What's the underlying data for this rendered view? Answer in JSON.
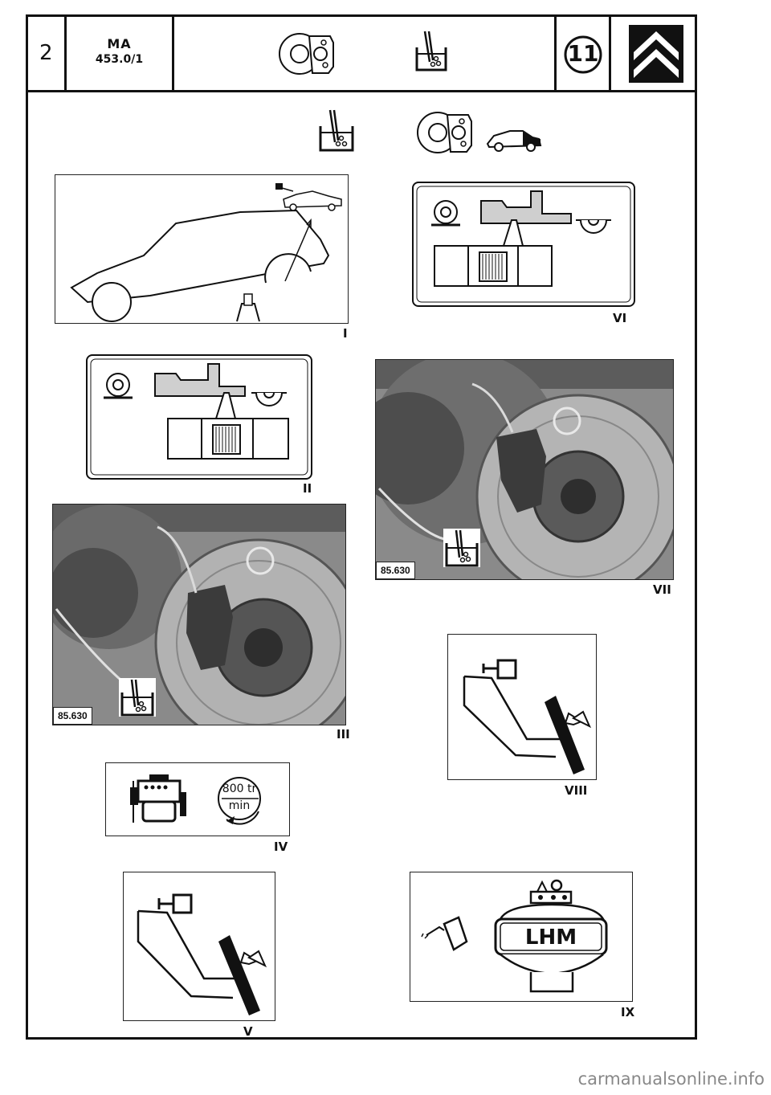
{
  "header": {
    "page_number": "2",
    "doc_code_line1": "MA",
    "doc_code_line2": "453.0/1",
    "group_number": "11"
  },
  "figures": [
    {
      "id": "I",
      "label": "I"
    },
    {
      "id": "II",
      "label": "II"
    },
    {
      "id": "III",
      "label": "III",
      "photo_ref": "85.630"
    },
    {
      "id": "IV",
      "label": "IV",
      "speed_top": "800 tr",
      "speed_bottom": "min"
    },
    {
      "id": "V",
      "label": "V"
    },
    {
      "id": "VI",
      "label": "VI"
    },
    {
      "id": "VII",
      "label": "VII",
      "photo_ref": "85.630"
    },
    {
      "id": "VIII",
      "label": "VIII"
    },
    {
      "id": "IX",
      "label": "IX",
      "reservoir_text": "LHM"
    }
  ],
  "footer": {
    "watermark": "carmanualsonline.info"
  },
  "icons": {
    "header": [
      "brake-disc-caliper-icon",
      "bleed-jar-icon",
      "group-number-circle",
      "citroen-logo"
    ],
    "intro": [
      "bleed-jar-icon",
      "brake-disc-caliper-icon",
      "car-hatchback-icon"
    ]
  }
}
